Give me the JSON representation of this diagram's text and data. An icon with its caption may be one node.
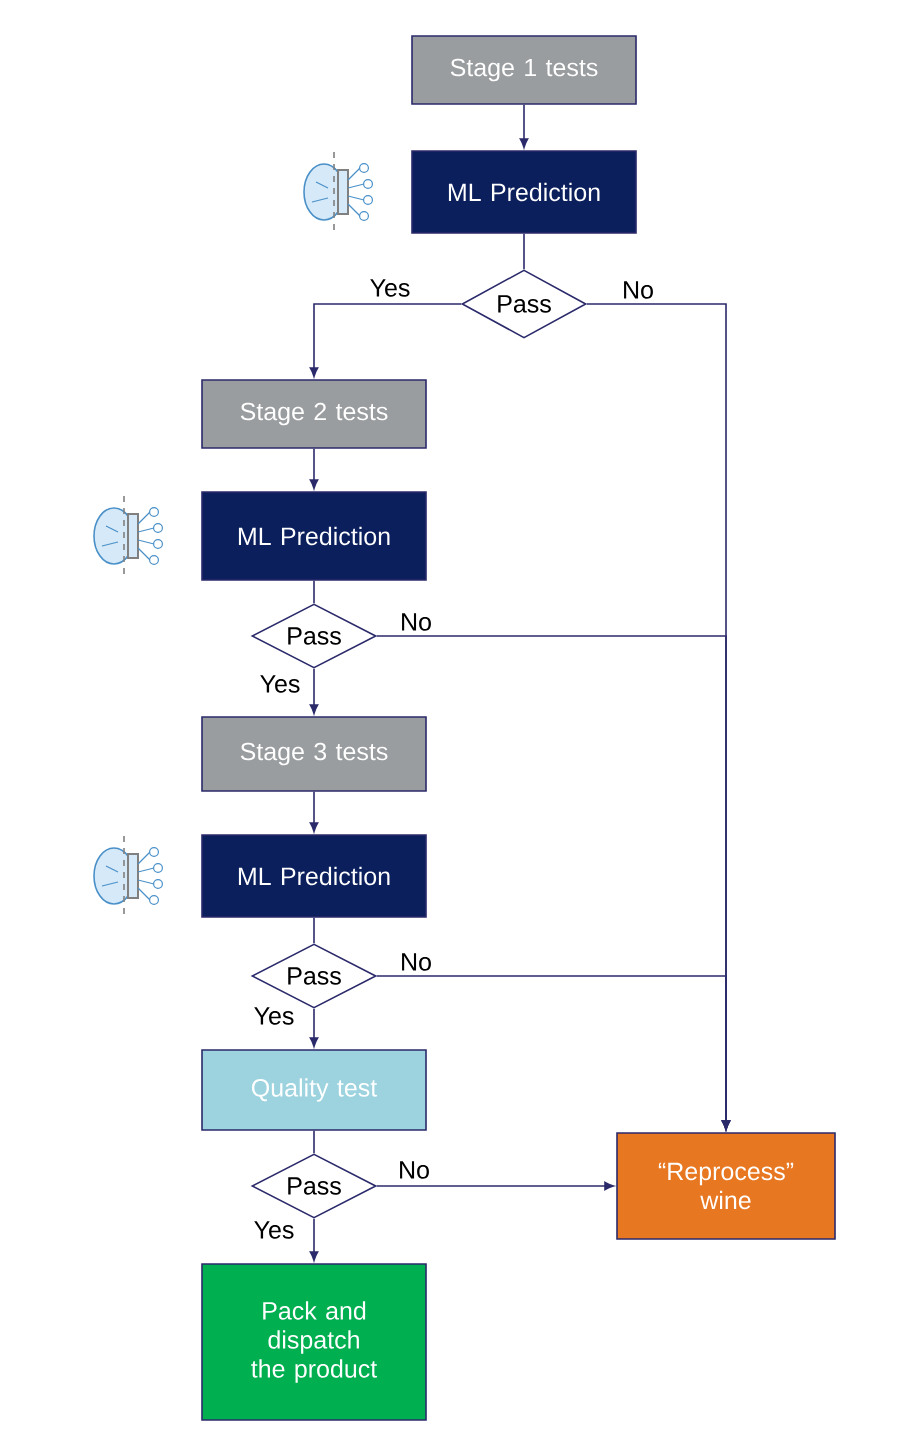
{
  "diagram": {
    "nodes": [
      {
        "text": [
          "Stage 1 tests"
        ]
      },
      {
        "text": [
          "ML Prediction"
        ]
      },
      {
        "text": [
          "Pass"
        ]
      },
      {
        "text": [
          "Stage 2 tests"
        ]
      },
      {
        "text": [
          "ML Prediction"
        ]
      },
      {
        "text": [
          "Pass"
        ]
      },
      {
        "text": [
          "Stage 3 tests"
        ]
      },
      {
        "text": [
          "ML Prediction"
        ]
      },
      {
        "text": [
          "Pass"
        ]
      },
      {
        "text": [
          "Quality test"
        ]
      },
      {
        "text": [
          "Pass"
        ]
      },
      {
        "text": [
          "Pack and dispatch the product"
        ]
      },
      {
        "text": [
          "“Reprocess” wine"
        ]
      }
    ],
    "edges": [
      {
        "from": 0,
        "to": 1,
        "arrow": "to"
      },
      {
        "from": 1,
        "to": 2,
        "arrow": "none"
      },
      {
        "from": 2,
        "to": 3,
        "arrow": "to",
        "label": "Yes"
      },
      {
        "from": 2,
        "to": 12,
        "arrow": "to",
        "label": "No"
      },
      {
        "from": 3,
        "to": 4,
        "arrow": "to"
      },
      {
        "from": 4,
        "to": 5,
        "arrow": "none"
      },
      {
        "from": 5,
        "to": 6,
        "arrow": "to",
        "label": "Yes"
      },
      {
        "from": 5,
        "to": 12,
        "arrow": "to",
        "label": "No"
      },
      {
        "from": 6,
        "to": 7,
        "arrow": "to"
      },
      {
        "from": 7,
        "to": 8,
        "arrow": "none"
      },
      {
        "from": 8,
        "to": 9,
        "arrow": "to",
        "label": "Yes"
      },
      {
        "from": 8,
        "to": 12,
        "arrow": "to",
        "label": "No"
      },
      {
        "from": 9,
        "to": 10,
        "arrow": "none"
      },
      {
        "from": 10,
        "to": 12,
        "arrow": "to",
        "label": "No"
      },
      {
        "from": 10,
        "to": 11,
        "arrow": "to",
        "label": "Yes"
      }
    ]
  }
}
